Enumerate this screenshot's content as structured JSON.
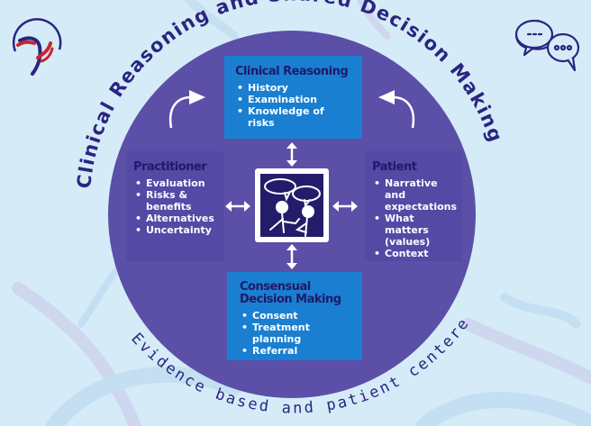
{
  "diagram": {
    "outer_title_top": "Clinical Reasoning and Shared Decision Making",
    "outer_title_bottom": "Evidence based and patient centered",
    "colors": {
      "background": "#d5ecf8",
      "circle": "#5b4fa8",
      "box_blue": "#1a7fd0",
      "heading": "#1f1a6b",
      "arc_text": "#2b2480",
      "logo_red": "#c7262e"
    },
    "icons": {
      "logo": "logo-icon",
      "chat": "chat-bubbles-icon",
      "center": "two-people-conversation-icon",
      "cycle_left": "curved-arrow-right-icon",
      "cycle_right": "curved-arrow-left-icon",
      "connector": "double-arrow-icon"
    },
    "boxes": {
      "clinical_reasoning": {
        "title": "Clinical Reasoning",
        "items": [
          "History",
          "Examination",
          "Knowledge of risks"
        ]
      },
      "practitioner": {
        "title": "Practitioner",
        "items": [
          "Evaluation",
          "Risks & benefits",
          "Alternatives",
          "Uncertainty"
        ]
      },
      "patient": {
        "title": "Patient",
        "items": [
          "Narrative and expectations",
          "What matters (values)",
          "Context"
        ]
      },
      "consensual_decision": {
        "title": "Consensual Decision Making",
        "items": [
          "Consent",
          "Treatment planning",
          "Referral"
        ]
      }
    }
  }
}
